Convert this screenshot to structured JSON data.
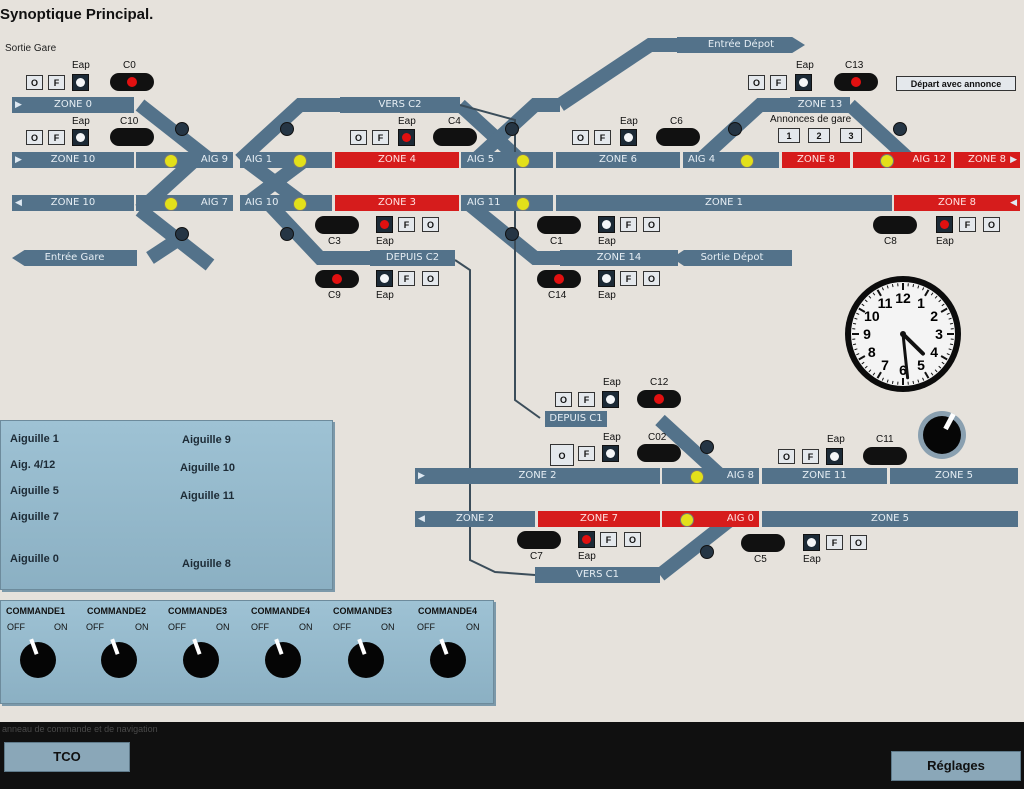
{
  "header": {
    "title": "Synoptique Principal.",
    "subtitle": "Sortie Gare"
  },
  "zones": {
    "z0": "ZONE 0",
    "z10a": "ZONE 10",
    "aig9": "AIG 9",
    "aig1": "AIG 1",
    "z4": "ZONE 4",
    "aig5": "AIG 5",
    "z6": "ZONE 6",
    "aig4": "AIG 4",
    "z8a": "ZONE 8",
    "aig12": "AIG 12",
    "z8b": "ZONE 8",
    "z10b": "ZONE 10",
    "aig7": "AIG 7",
    "aig10": "AIG 10",
    "z3": "ZONE 3",
    "aig11": "AIG 11",
    "z1": "ZONE 1",
    "z8c": "ZONE 8",
    "vc2": "VERS C2",
    "z13": "ZONE 13",
    "z14": "ZONE 14",
    "dc2": "DEPUIS C2",
    "dc1": "DEPUIS C1",
    "z2a": "ZONE 2",
    "aig8": "AIG 8",
    "z11": "ZONE 11",
    "z5a": "ZONE 5",
    "z2b": "ZONE 2",
    "z7": "ZONE 7",
    "aig0": "AIG 0",
    "z5b": "ZONE 5",
    "vc1": "VERS C1"
  },
  "tags": {
    "entree_depot": "Entrée Dépot",
    "entree_gare": "Entrée Gare",
    "sortie_depot": "Sortie Dépot"
  },
  "buttons": {
    "o": "O",
    "f": "F",
    "eap": "Eap",
    "depart": "Départ avec annonce",
    "ann_label": "Annonces de gare",
    "a1": "1",
    "a2": "2",
    "a3": "3"
  },
  "signals": {
    "c0": "C0",
    "c10": "C10",
    "c4": "C4",
    "c6": "C6",
    "c13": "C13",
    "c3": "C3",
    "c1": "C1",
    "c8": "C8",
    "c9": "C9",
    "c14": "C14",
    "c12": "C12",
    "c02": "C02",
    "c11": "C11",
    "c7": "C7",
    "c5": "C5"
  },
  "aiguilles": {
    "a1": "Aiguille 1",
    "a412": "Aig. 4/12",
    "a5": "Aiguille 5",
    "a7": "Aiguille 7",
    "a0": "Aiguille 0",
    "a9": "Aiguille 9",
    "a10": "Aiguille 10",
    "a11": "Aiguille 11",
    "a8": "Aiguille 8"
  },
  "commandes": {
    "c1": "COMMANDE1",
    "c2": "COMMANDE2",
    "c3": "COMMANDE3",
    "c4": "COMMANDE4",
    "c5": "COMMANDE3",
    "c6": "COMMANDE4",
    "off": "OFF",
    "on": "ON"
  },
  "clock": {
    "hour": 4,
    "minute": 29
  },
  "clock_numbers": [
    "12",
    "1",
    "2",
    "3",
    "4",
    "5",
    "6",
    "7",
    "8",
    "9",
    "10",
    "11"
  ],
  "footer": {
    "caption": "anneau de commande et de navigation",
    "tco": "TCO",
    "reglages": "Réglages"
  },
  "colors": {
    "track": "#53728a",
    "active": "#d61c1c",
    "switch_dot": "#e3e01a",
    "panel": "#9ec2d4"
  }
}
